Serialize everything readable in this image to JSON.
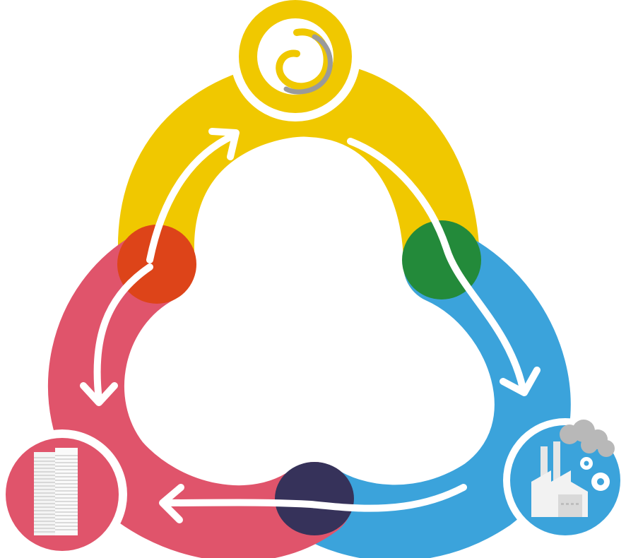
{
  "diagram": {
    "type": "circular-cycle",
    "nodes": [
      {
        "id": "resource",
        "icon": "spiral-icon",
        "color": "#F0C800"
      },
      {
        "id": "production",
        "icon": "factory-icon",
        "color": "#3BA3DB"
      },
      {
        "id": "consumption",
        "icon": "stacked-paper-icon",
        "color": "#E0546B"
      }
    ],
    "flow": [
      "resource",
      "production",
      "consumption",
      "resource"
    ],
    "overlap_colors": {
      "yellow_blue": "#238A3A",
      "blue_red": "#36325A",
      "red_yellow": "#DD4419"
    },
    "arrow_color": "#FFFFFF"
  }
}
